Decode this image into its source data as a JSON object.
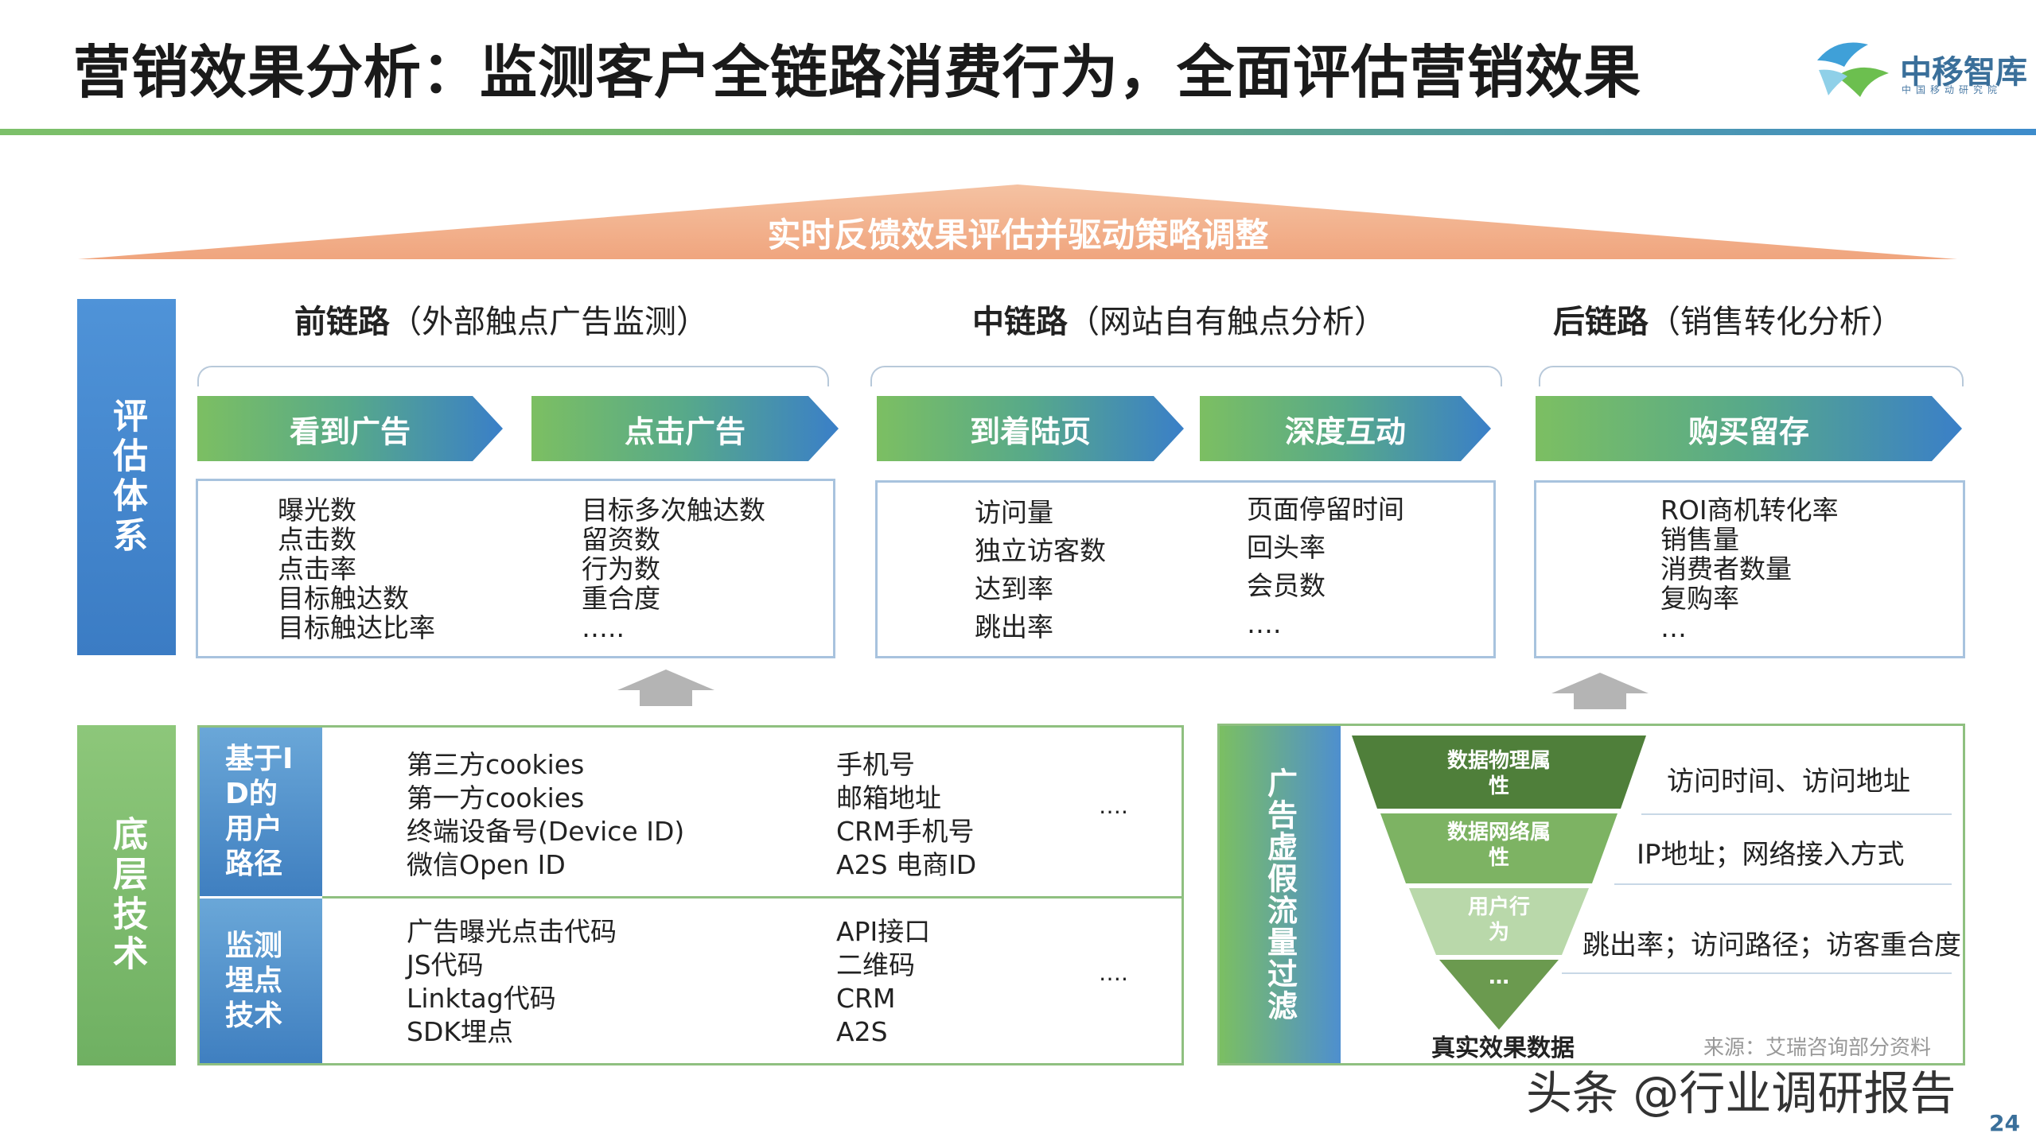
{
  "header": {
    "title": "营销效果分析：监测客户全链路消费行为，全面评估营销效果",
    "logo_name": "中移智库",
    "logo_sub": "中国移动研究院"
  },
  "roof": {
    "text": "实时反馈效果评估并驱动策略调整"
  },
  "eval_system": {
    "label": "评估体系",
    "sections": [
      {
        "bold": "前链路",
        "paren": "（外部触点广告监测）",
        "stages": [
          "看到广告",
          "点击广告"
        ],
        "col1": [
          "曝光数",
          "点击数",
          "点击率",
          "目标触达数",
          "目标触达比率"
        ],
        "col2": [
          "目标多次触达数",
          "留资数",
          "行为数",
          "重合度",
          "….."
        ]
      },
      {
        "bold": "中链路",
        "paren": "（网站自有触点分析）",
        "stages": [
          "到着陆页",
          "深度互动"
        ],
        "col1": [
          "访问量",
          "独立访客数",
          "达到率",
          "跳出率"
        ],
        "col2": [
          "页面停留时间",
          "回头率",
          "会员数",
          "…."
        ]
      },
      {
        "bold": "后链路",
        "paren": "（销售转化分析）",
        "stages": [
          "购买留存"
        ],
        "col1": [
          "ROI商机转化率",
          "销售量",
          "消费者数量",
          "复购率",
          "…"
        ]
      }
    ]
  },
  "base_tech": {
    "label": "底层技术",
    "rows": [
      {
        "label": "基于ID的用户路径",
        "col1": [
          "第三方cookies",
          "第一方cookies",
          "终端设备号(Device ID)",
          "微信Open ID"
        ],
        "col2": [
          "手机号",
          "邮箱地址",
          "CRM手机号",
          "A2S 电商ID"
        ],
        "more": "…."
      },
      {
        "label": "监测埋点技术",
        "col1": [
          "广告曝光点击代码",
          "JS代码",
          "Linktag代码",
          "SDK埋点"
        ],
        "col2": [
          "API接口",
          "二维码",
          "CRM",
          "A2S"
        ],
        "more": "…."
      }
    ]
  },
  "filter": {
    "label": "广告虚假流量过滤",
    "layers": [
      {
        "label": "数据物理属性",
        "desc": "访问时间、访问地址",
        "color": "#4f7f3a"
      },
      {
        "label": "数据网络属性",
        "desc": "IP地址；网络接入方式",
        "color": "#7db363"
      },
      {
        "label": "用户行为",
        "desc": "跳出率；访问路径；访客重合度",
        "color": "#b7d6a8"
      },
      {
        "label": "…",
        "desc": "",
        "color": "#6b9a4f"
      }
    ],
    "result": "真实效果数据"
  },
  "footer": {
    "source": "来源：艾瑞咨询部分资料",
    "watermark": "头条 @行业调研报告",
    "page": "24"
  }
}
